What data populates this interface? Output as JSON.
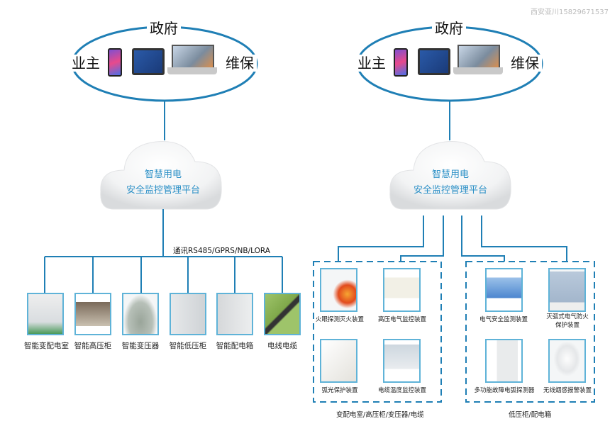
{
  "watermark": "西安亚川15829671537",
  "left_panel": {
    "ellipse": {
      "top": "政府",
      "left": "业主",
      "right": "维保"
    },
    "cloud": {
      "line1": "智慧用电",
      "line2": "安全监控管理平台"
    },
    "comm_label": "通讯RS485/GPRS/NB/LORA",
    "items": [
      {
        "label": "智能变配电室",
        "icon": "switchgear-room-photo"
      },
      {
        "label": "智能高压柜",
        "icon": "high-voltage-cabinet-photo"
      },
      {
        "label": "智能变压器",
        "icon": "transformer-photo"
      },
      {
        "label": "智能低压柜",
        "icon": "low-voltage-cabinet-photo"
      },
      {
        "label": "智能配电箱",
        "icon": "distribution-box-photo"
      },
      {
        "label": "电线电缆",
        "icon": "cable-photo"
      }
    ]
  },
  "right_panel": {
    "ellipse": {
      "top": "政府",
      "left": "业主",
      "right": "维保"
    },
    "cloud": {
      "line1": "智慧用电",
      "line2": "安全监控管理平台"
    },
    "groups": [
      {
        "label": "变配电室/高压柜/变压器/电缆",
        "items": [
          {
            "label": "火眼探测灭火装置",
            "icon": "fire-camera-photo"
          },
          {
            "label": "高压电气监控装置",
            "icon": "hv-monitor-photo"
          },
          {
            "label": "弧光保护装置",
            "icon": "arc-protection-photo"
          },
          {
            "label": "电缆温度监控装置",
            "icon": "cable-temp-monitor-photo"
          }
        ]
      },
      {
        "label": "低压柜/配电箱",
        "items": [
          {
            "label": "电气安全监测装置",
            "icon": "electrical-safety-monitor-photo"
          },
          {
            "label": "灭弧式电气防火",
            "label2": "保护装置",
            "icon": "arc-extinguish-protector-photo"
          },
          {
            "label": "多功能故障电弧探测器",
            "icon": "arc-fault-detector-photo"
          },
          {
            "label": "无线烟感报警装置",
            "icon": "smoke-detector-photo"
          }
        ]
      }
    ]
  },
  "colors": {
    "line": "#1f7fb5",
    "box_border": "#5fb3d8",
    "cloud_text": "#2a8fc6"
  }
}
